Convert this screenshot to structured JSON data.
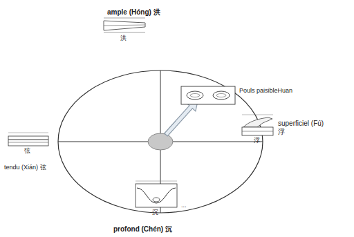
{
  "diagram": {
    "labels": [
      "ample (Hóng) 洪",
      "洪",
      "Pouls paisibleHuan",
      "superficiel (Fú) 浮",
      "浮",
      "tendu (Xián) 弦",
      "弦",
      "沉",
      "...",
      "profond (Chén) 沉"
    ]
  }
}
